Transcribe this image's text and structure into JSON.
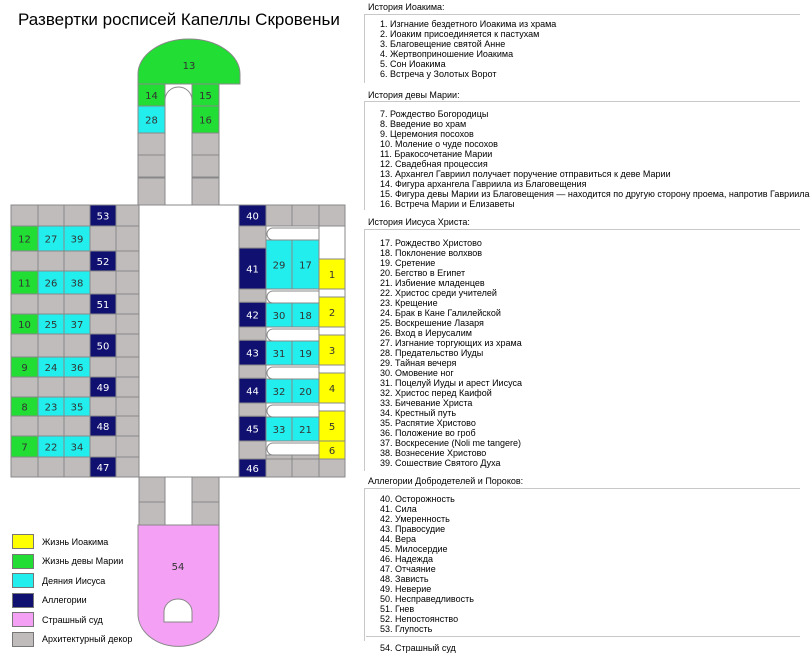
{
  "title": "Развертки росписей Капеллы Скровеньи",
  "colors": {
    "joachim": "#ffff00",
    "mary": "#22dd33",
    "jesus": "#22eeee",
    "allegory": "#101070",
    "judgment": "#f4a0f4",
    "architecture": "#c0bcbc",
    "grid": "#888888"
  },
  "diagram": {
    "left_wall": {
      "rows": [
        {
          "type": "arch",
          "allegory": "53"
        },
        {
          "type": "scene",
          "mary": "12",
          "jesus1": "27",
          "jesus2": "39"
        },
        {
          "type": "arch",
          "allegory": "52"
        },
        {
          "type": "scene",
          "mary": "11",
          "jesus1": "26",
          "jesus2": "38"
        },
        {
          "type": "arch",
          "allegory": "51"
        },
        {
          "type": "scene",
          "mary": "10",
          "jesus1": "25",
          "jesus2": "37"
        },
        {
          "type": "arch",
          "allegory": "50"
        },
        {
          "type": "scene",
          "mary": "9",
          "jesus1": "24",
          "jesus2": "36"
        },
        {
          "type": "arch",
          "allegory": "49"
        },
        {
          "type": "scene",
          "mary": "8",
          "jesus1": "23",
          "jesus2": "35"
        },
        {
          "type": "arch",
          "allegory": "48"
        },
        {
          "type": "scene",
          "mary": "7",
          "jesus1": "22",
          "jesus2": "34"
        },
        {
          "type": "arch",
          "allegory": "47"
        }
      ]
    },
    "right_wall": {
      "rows": [
        {
          "type": "arch",
          "allegory": "40"
        },
        {
          "type": "scene",
          "allegory": "41",
          "jesus1": "29",
          "jesus2": "17",
          "joachim": "1"
        },
        {
          "type": "scene",
          "allegory": "42",
          "jesus1": "30",
          "jesus2": "18",
          "joachim": "2"
        },
        {
          "type": "scene",
          "allegory": "43",
          "jesus1": "31",
          "jesus2": "19",
          "joachim": "3"
        },
        {
          "type": "scene",
          "allegory": "44",
          "jesus1": "32",
          "jesus2": "20",
          "joachim": "4"
        },
        {
          "type": "scene",
          "allegory": "45",
          "jesus1": "33",
          "jesus2": "21",
          "joachim": "5"
        },
        {
          "type": "scene",
          "allegory": "",
          "jesus1": "",
          "jesus2": "",
          "joachim": "6"
        },
        {
          "type": "arch",
          "allegory": "46"
        }
      ]
    },
    "apse": {
      "top": "13",
      "left_upper": "14",
      "right_upper": "15",
      "left_lower": "28",
      "right_lower": "16"
    },
    "entrance": {
      "label": "54"
    }
  },
  "legend": [
    {
      "key": "joachim",
      "label": "Жизнь Иоакима"
    },
    {
      "key": "mary",
      "label": "Жизнь девы Марии"
    },
    {
      "key": "jesus",
      "label": "Деяния Иисуса"
    },
    {
      "key": "allegory",
      "label": "Аллегории"
    },
    {
      "key": "judgment",
      "label": "Страшный суд"
    },
    {
      "key": "architecture",
      "label": "Архитектурный декор"
    }
  ],
  "sections": [
    {
      "header": "История Иоакима:",
      "items": [
        "1. Изгнание бездетного Иоакима из храма",
        "2. Иоаким присоединяется к пастухам",
        "3. Благовещение святой Анне",
        "4. Жертвоприношение Иоакима",
        "5. Сон Иоакима",
        "6. Встреча у Золотых Ворот"
      ]
    },
    {
      "header": "История девы Марии:",
      "items": [
        "7. Рождество Богородицы",
        "8. Введение во храм",
        "9. Церемония посохов",
        "10. Моление о чуде посохов",
        "11. Бракосочетание Марии",
        "12. Свадебная процессия",
        "13. Архангел Гавриил получает поручение отправиться к деве Марии",
        "14. Фигура архангела Гавриила из Благовещения",
        "15. Фигура девы Марии из Благовещения — находится по другую сторону проема, напротив Гавриила",
        "16. Встреча Марии и Елизаветы"
      ]
    },
    {
      "header": "История Иисуса Христа:",
      "items": [
        "17. Рождество Христово",
        "18. Поклонение волхвов",
        "19. Сретение",
        "20. Бегство в Египет",
        "21. Избиение младенцев",
        "22. Христос среди учителей",
        "23. Крещение",
        "24. Брак в Кане Галилейской",
        "25. Воскрешение Лазаря",
        "26. Вход в Иерусалим",
        "27. Изгнание торгующих из храма",
        "28. Предательство Иуды",
        "29. Тайная вечеря",
        "30. Омовение ног",
        "31. Поцелуй Иуды и арест Иисуса",
        "32. Христос перед Каифой",
        "33. Бичевание Христа",
        "34. Крестный путь",
        "35. Распятие Христово",
        "36. Положение во гроб",
        "37. Воскресение (Noli me tangere)",
        "38. Вознесение Христово",
        "39. Сошествие Святого Духа"
      ]
    },
    {
      "header": "Аллегории Добродетелей и Пороков:",
      "items": [
        "40. Осторожность",
        "41. Сила",
        "42. Умеренность",
        "43. Правосудие",
        "44. Вера",
        "45. Милосердие",
        "46. Надежда",
        "47. Отчаяние",
        "48. Зависть",
        "49. Неверие",
        "50. Несправедливость",
        "51. Гнев",
        "52. Непостоянство",
        "53. Глупость"
      ]
    }
  ],
  "last_item": "54. Страшный суд"
}
